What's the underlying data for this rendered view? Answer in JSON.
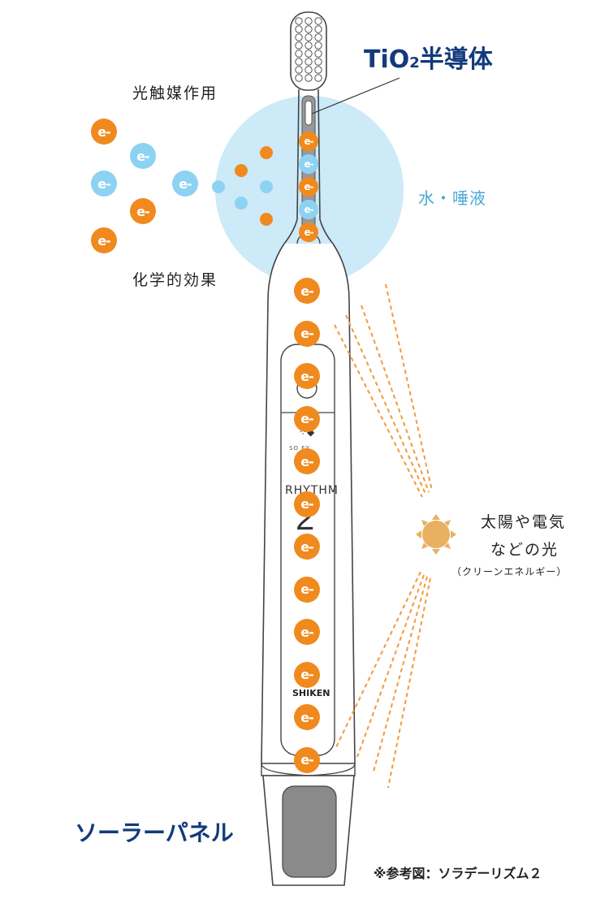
{
  "labels": {
    "tio2_main": "TiO",
    "tio2_sub": "2",
    "tio2_rest": "半導体",
    "photocatalyst": "光触媒作用",
    "chemical": "化学的効果",
    "water": "水・唾液",
    "light_line1": "太陽や電気",
    "light_line2": "などの光",
    "light_note": "（クリーンエネルギー）",
    "solar_panel": "ソーラーパネル",
    "reference": "※参考図：ソラデーリズム２",
    "electron": "e-"
  },
  "brush_text": {
    "logo_text": "SO    EY",
    "model": "RHYTHM",
    "model_number": "2",
    "maker": "SHIKEN"
  },
  "colors": {
    "orange": "#F08A1E",
    "light_blue": "#8DD2F2",
    "bubble": "#CDEAF8",
    "navy": "#123A7C",
    "water_text": "#4AA8D8",
    "sun": "#E8B060",
    "ray": "#F29A3A"
  },
  "electrons": {
    "left_group": [
      {
        "color": "orange"
      },
      {
        "color": "blue"
      },
      {
        "color": "blue"
      },
      {
        "color": "blue"
      },
      {
        "color": "orange"
      },
      {
        "color": "orange"
      }
    ],
    "handle_count": 12,
    "neck_count": 5
  }
}
